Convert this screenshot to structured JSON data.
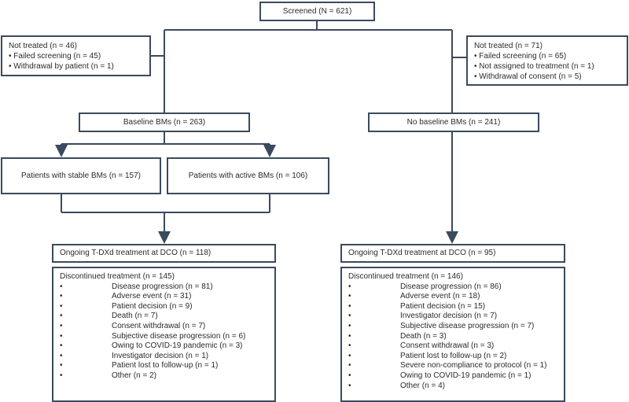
{
  "screened": "Screened (N = 621)",
  "left_not_treated": {
    "title": "Not treated (n = 46)",
    "items": [
      "Failed screening (n = 45)",
      "Withdrawal by patient (n = 1)"
    ]
  },
  "right_not_treated": {
    "title": "Not treated (n = 71)",
    "items": [
      "Failed screening (n = 65)",
      "Not assigned to treatment (n = 1)",
      "Withdrawal of consent (n = 5)"
    ]
  },
  "baseline": "Baseline BMs (n = 263)",
  "no_baseline": "No baseline BMs (n = 241)",
  "stable": "Patients with stable BMs (n = 157)",
  "active": "Patients with active BMs (n = 106)",
  "left_ongoing": "Ongoing T-DXd treatment at DCO (n = 118)",
  "right_ongoing": "Ongoing T-DXd treatment at DCO (n = 95)",
  "left_discontinued": {
    "title": "Discontinued treatment (n = 145)",
    "items": [
      "Disease progression (n = 81)",
      "Adverse event (n = 31)",
      "Patient decision (n = 9)",
      "Death (n = 7)",
      "Consent withdrawal (n = 7)",
      "Subjective disease progression (n = 6)",
      "Owing to COVID-19 pandemic (n = 3)",
      "Investigator decision (n = 1)",
      "Patient lost to follow-up (n = 1)",
      "Other (n = 2)"
    ]
  },
  "right_discontinued": {
    "title": "Discontinued treatment (n = 146)",
    "items": [
      "Disease progression (n = 86)",
      "Adverse event (n = 18)",
      "Patient decision (n = 15)",
      "Investigator decision (n = 7)",
      "Subjective disease progression (n = 7)",
      "Death (n = 3)",
      "Consent withdrawal (n = 3)",
      "Patient lost to follow-up (n = 2)",
      "Severe non-compliance to protocol (n = 1)",
      "Owing to COVID-19 pandemic (n = 1)",
      "Other (n  = 4)"
    ]
  },
  "colors": {
    "line": "#3b4a5e",
    "text": "#2b2b2b"
  }
}
